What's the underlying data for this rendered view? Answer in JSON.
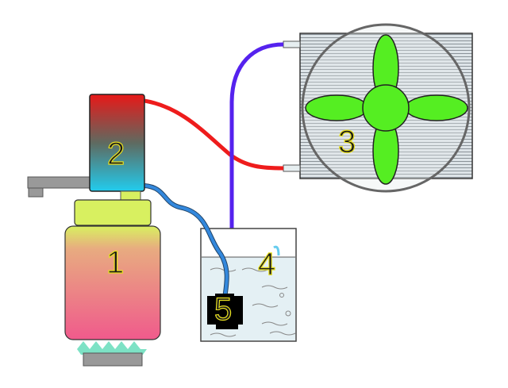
{
  "diagram": {
    "labels": {
      "jar": "1",
      "heat_block": "2",
      "radiator": "3",
      "tank": "4",
      "pump": "5"
    },
    "colors": {
      "hot_pipe": "#ee1c1c",
      "return_pipe": "#5522ee",
      "pump_pipe": "#3388dd",
      "fan": "#55ee22",
      "flame": "#66ddbb"
    }
  }
}
